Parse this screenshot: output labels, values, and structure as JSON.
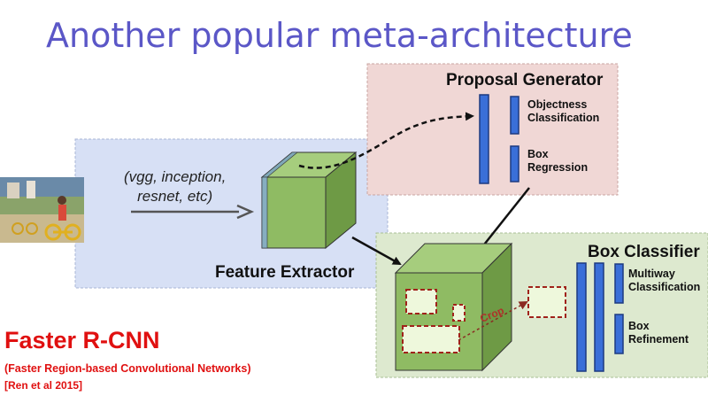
{
  "title": "Another popular meta-architecture",
  "feature_extractor": {
    "label": "Feature Extractor",
    "backbones_line1": "(vgg, inception,",
    "backbones_line2": "resnet, etc)"
  },
  "proposal_generator": {
    "label": "Proposal Generator",
    "head1_line1": "Objectness",
    "head1_line2": "Classification",
    "head2_line1": "Box",
    "head2_line2": "Regression"
  },
  "box_classifier": {
    "label": "Box Classifier",
    "head1_line1": "Multiway",
    "head1_line2": "Classification",
    "head2_line1": "Box",
    "head2_line2": "Refinement",
    "crop_label": "Crop"
  },
  "footer": {
    "name": "Faster R-CNN",
    "full_name": "(Faster Region-based Convolutional Networks)",
    "citation": "[Ren et al 2015]"
  },
  "colors": {
    "title": "#5b57c7",
    "feature_panel": "#d7e0f5",
    "proposal_panel": "#f0d7d5",
    "classifier_panel": "#dde9cf",
    "cube": "#8fbb63",
    "layer_bar": "#3a6fd8",
    "footer_red": "#e01010"
  }
}
